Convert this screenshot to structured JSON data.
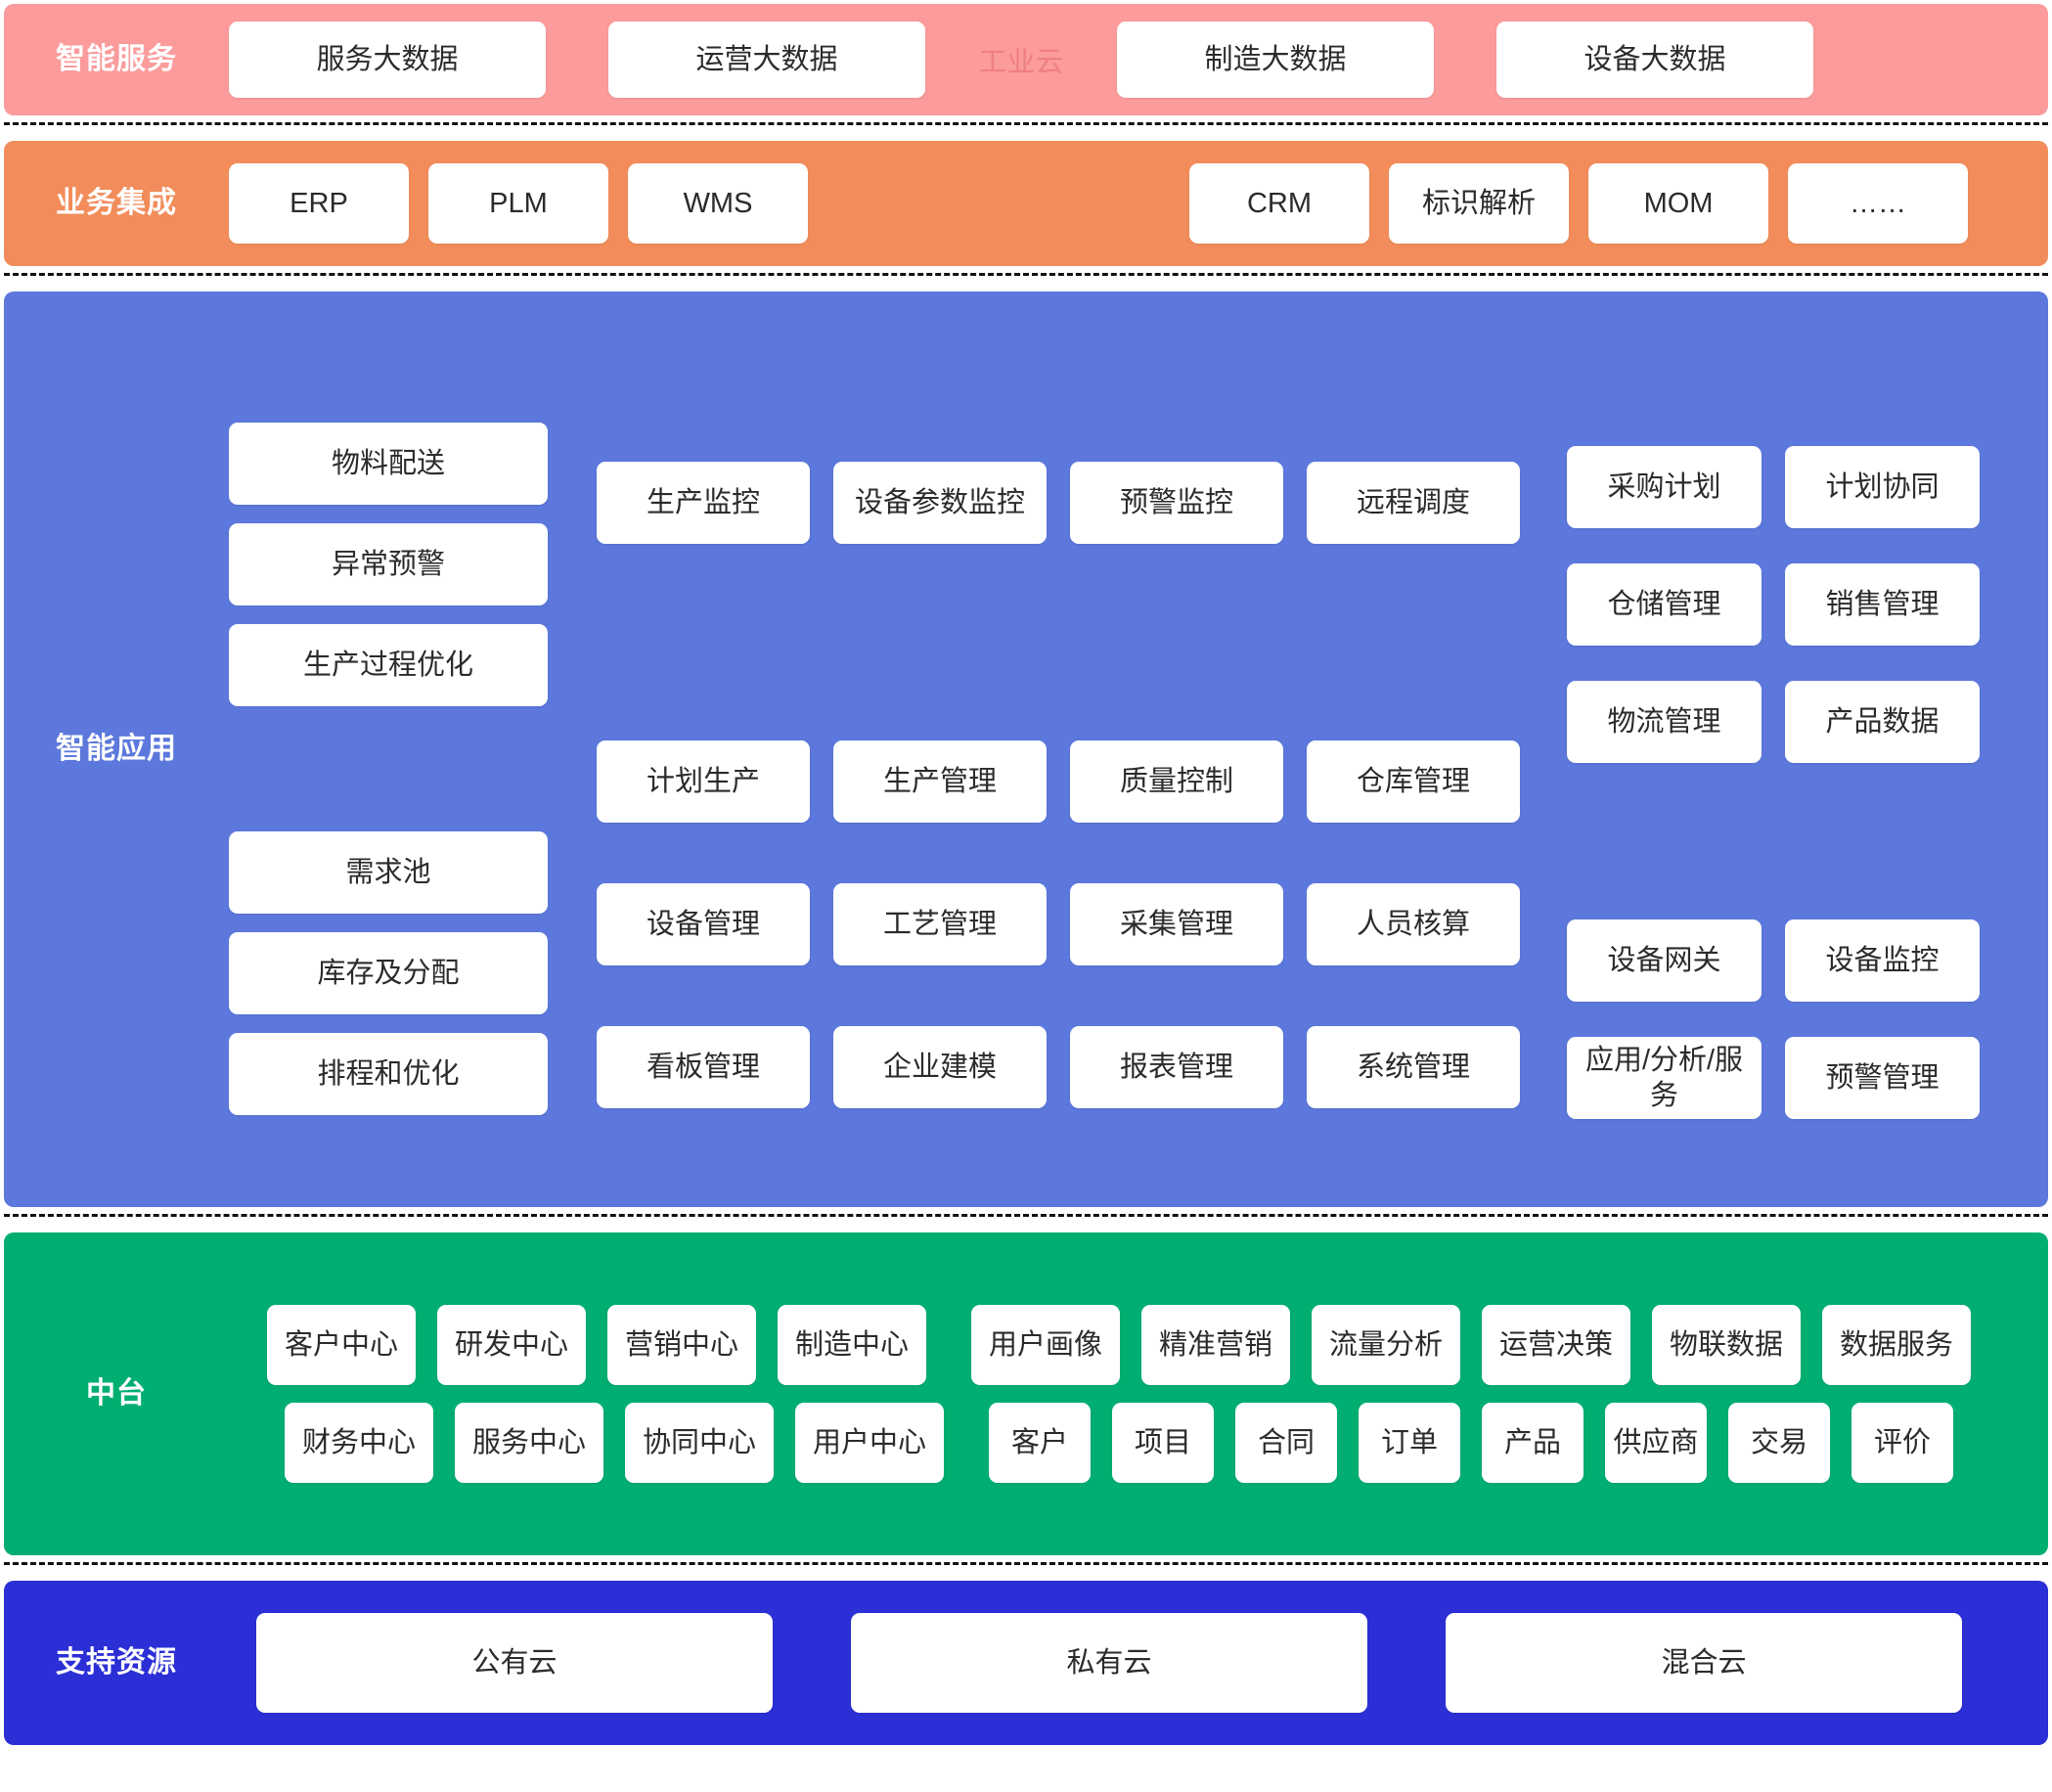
{
  "bands": {
    "service": {
      "label": "智能服务",
      "color": "#fb9b9b",
      "cards": [
        "服务大数据",
        "运营大数据",
        "制造大数据",
        "设备大数据"
      ],
      "inline_label": "工业云"
    },
    "business": {
      "label": "业务集成",
      "color": "#f28d5b",
      "left_cards": [
        "ERP",
        "PLM",
        "WMS"
      ],
      "right_cards": [
        "CRM",
        "标识解析",
        "MOM",
        "……"
      ]
    },
    "application": {
      "label": "智能应用",
      "color": "#5c78dc",
      "left_top": [
        "物料配送",
        "异常预警",
        "生产过程优化"
      ],
      "left_bottom": [
        "需求池",
        "库存及分配",
        "排程和优化"
      ],
      "mid_top": [
        "生产监控",
        "设备参数监控",
        "预警监控",
        "远程调度"
      ],
      "mid_rows": [
        [
          "计划生产",
          "生产管理",
          "质量控制",
          "仓库管理"
        ],
        [
          "设备管理",
          "工艺管理",
          "采集管理",
          "人员核算"
        ],
        [
          "看板管理",
          "企业建模",
          "报表管理",
          "系统管理"
        ]
      ],
      "right_top": [
        [
          "采购计划",
          "计划协同"
        ],
        [
          "仓储管理",
          "销售管理"
        ],
        [
          "物流管理",
          "产品数据"
        ]
      ],
      "right_bottom": [
        [
          "设备网关",
          "设备监控"
        ],
        [
          "应用/分析/服务",
          "预警管理"
        ]
      ]
    },
    "middle_platform": {
      "label": "中台",
      "color": "#00ae71",
      "row1_group1": [
        "客户中心",
        "研发中心",
        "营销中心",
        "制造中心"
      ],
      "row1_group2": [
        "用户画像",
        "精准营销",
        "流量分析",
        "运营决策",
        "物联数据",
        "数据服务"
      ],
      "row2_group1": [
        "财务中心",
        "服务中心",
        "协同中心",
        "用户中心"
      ],
      "row2_group2": [
        "客户",
        "项目",
        "合同",
        "订单",
        "产品",
        "供应商",
        "交易",
        "评价"
      ]
    },
    "resources": {
      "label": "支持资源",
      "color": "#2b2fd5",
      "cards": [
        "公有云",
        "私有云",
        "混合云"
      ]
    }
  }
}
